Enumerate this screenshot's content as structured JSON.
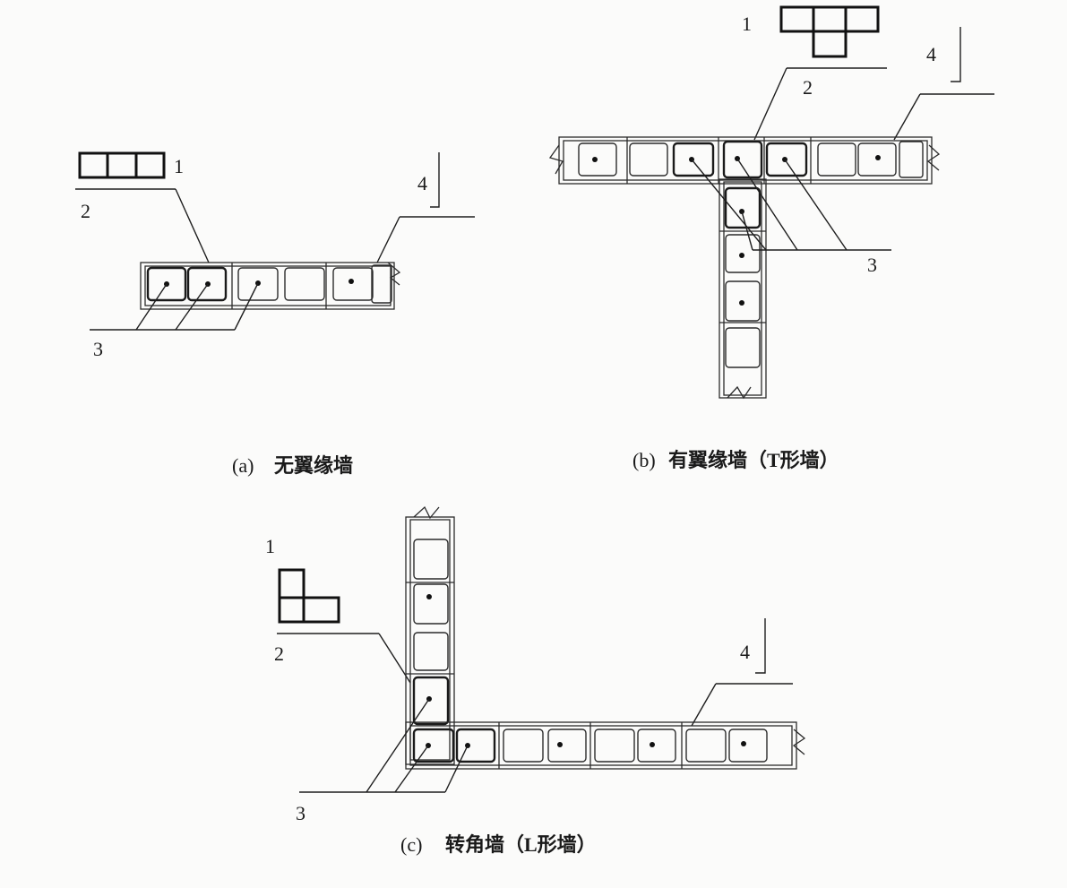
{
  "figures": [
    {
      "id": "a",
      "caption_prefix": "(a)",
      "caption_text": "无翼缘墙",
      "callouts": {
        "icon": "1",
        "horizontal_section": "2",
        "rebar": "3",
        "vertical_section": "4"
      },
      "icon": "straight-wall-3-blocks-icon"
    },
    {
      "id": "b",
      "caption_prefix": "(b)",
      "caption_text": "有翼缘墙（T形墙）",
      "callouts": {
        "icon": "1",
        "horizontal_section": "2",
        "rebar": "3",
        "vertical_section": "4"
      },
      "icon": "t-wall-icon"
    },
    {
      "id": "c",
      "caption_prefix": "(c)",
      "caption_text": "转角墙（L形墙）",
      "callouts": {
        "icon": "1",
        "horizontal_section": "2",
        "rebar": "3",
        "vertical_section": "4"
      },
      "icon": "l-wall-icon"
    }
  ]
}
